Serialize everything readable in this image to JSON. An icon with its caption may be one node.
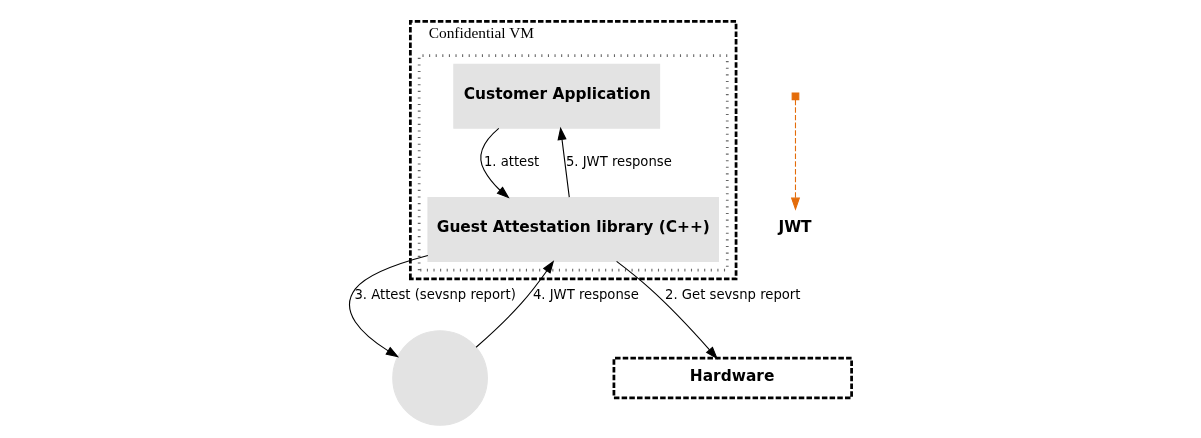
{
  "diagram": {
    "nodes": [
      {
        "text": [
          "Confidential VM"
        ]
      },
      {
        "text": [],
        "shape": "box",
        "in": 0
      },
      {
        "text": [
          "Customer Application"
        ],
        "in": 1
      },
      {
        "text": [
          "Guest Attestation library (C++)"
        ],
        "in": 1
      },
      {
        "text": [],
        "shape": "circle"
      },
      {
        "text": [
          "Hardware"
        ]
      },
      {
        "text": [
          "JWT"
        ]
      }
    ],
    "edges": [
      {
        "from": 2,
        "to": 3,
        "arrow": "to",
        "label": "1. attest"
      },
      {
        "from": 3,
        "to": 2,
        "arrow": "to",
        "label": "5. JWT response"
      },
      {
        "from": 3,
        "to": 5,
        "arrow": "to",
        "label": "2. Get sevsnp report"
      },
      {
        "from": 3,
        "to": 4,
        "arrow": "to",
        "label": "3. Attest (sevsnp report)"
      },
      {
        "from": 4,
        "to": 3,
        "arrow": "to",
        "label": "4. JWT response"
      },
      {
        "from": null,
        "to": 6,
        "arrow": "to",
        "style": "dashed",
        "color": "#e46c0a"
      }
    ]
  }
}
